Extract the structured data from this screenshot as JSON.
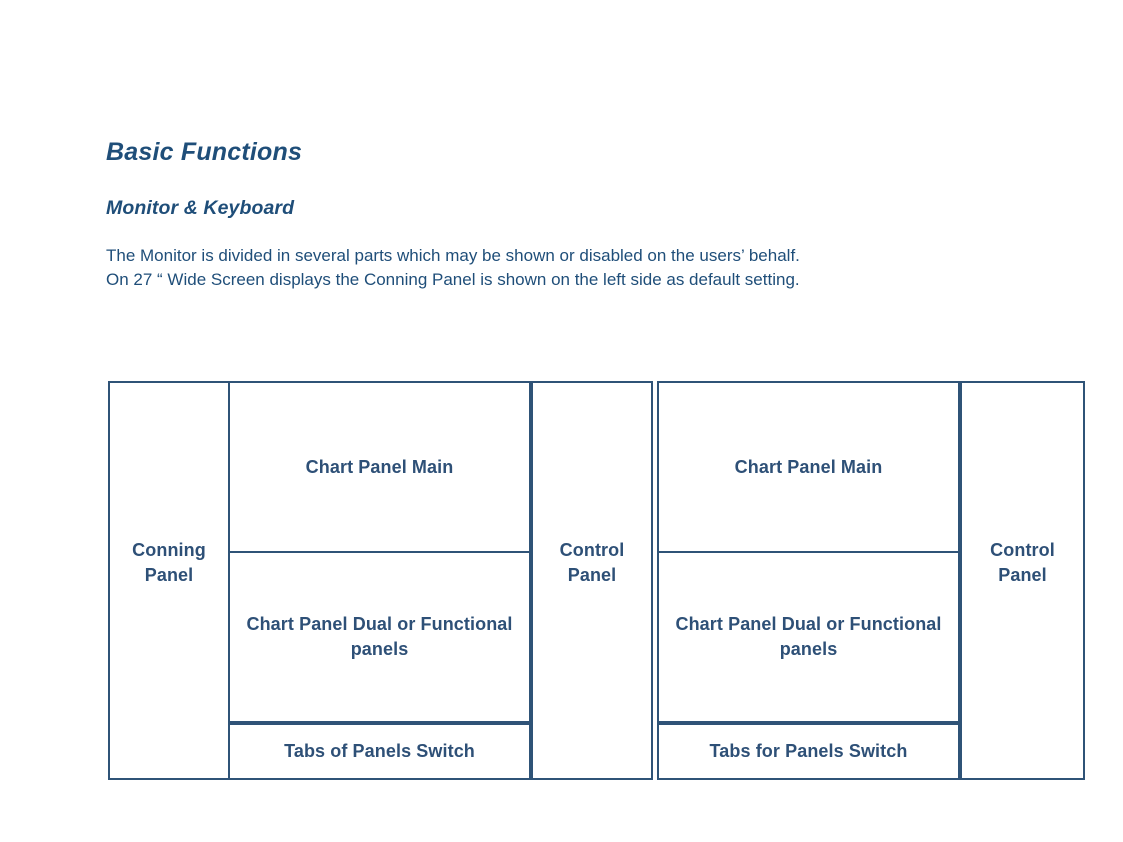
{
  "slide": {
    "title": "Basic Functions",
    "subtitle": "Monitor & Keyboard",
    "paragraph_line1": "The Monitor is divided in several parts which may be shown or disabled on the users’ behalf.",
    "paragraph_line2": "On 27 “ Wide Screen displays the Conning Panel is shown on the left side as default setting."
  },
  "colors": {
    "heading": "#1f4e79",
    "body": "#1f4e79",
    "diagram_border": "#2f5377",
    "diagram_label": "#2e5077",
    "background": "#ffffff"
  },
  "diagram": {
    "layout_left": {
      "conning_panel": "Conning Panel",
      "chart_panel_main": "Chart Panel Main",
      "chart_panel_dual": "Chart Panel Dual or Functional panels",
      "tabs_switch": "Tabs of Panels Switch",
      "control_panel": "Control Panel"
    },
    "layout_right": {
      "chart_panel_main": "Chart Panel Main",
      "chart_panel_dual": "Chart Panel Dual or Functional panels",
      "tabs_switch": "Tabs for Panels Switch",
      "control_panel": "Control Panel"
    }
  }
}
